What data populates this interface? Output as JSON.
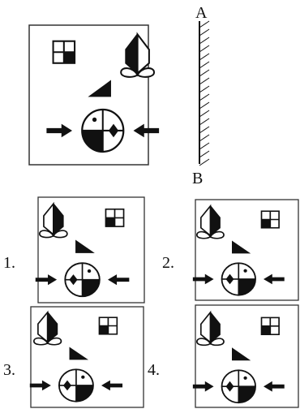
{
  "labels": {
    "mirror": "A",
    "answers_header": "B",
    "option_1": "1.",
    "option_2": "2.",
    "option_3": "3.",
    "option_4": "4."
  },
  "colors": {
    "ink": "#111111",
    "frame": "#333333",
    "background": "#ffffff"
  },
  "icons": [
    "flower-icon",
    "grid-icon",
    "triangle-icon",
    "circle-icon",
    "arrow-icon",
    "mirror-hatch-icon"
  ]
}
